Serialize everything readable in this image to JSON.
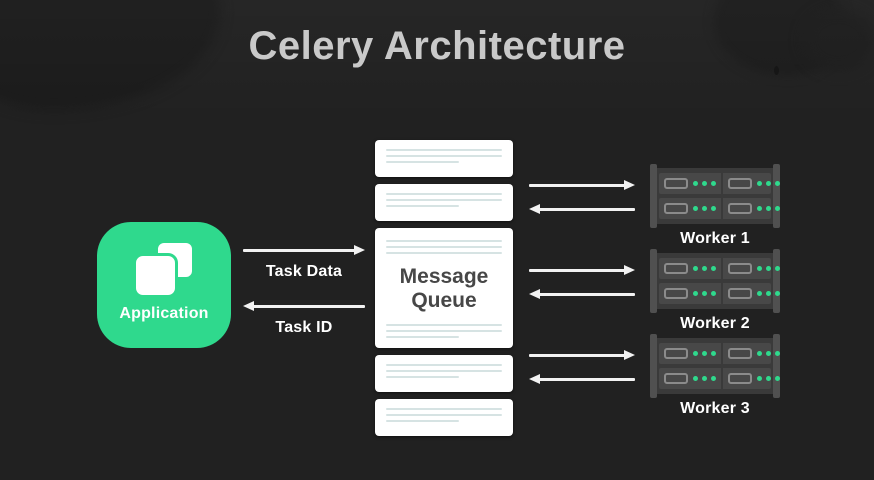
{
  "page": {
    "title": "Celery Architecture",
    "background_color": "#212121",
    "accent_color": "#2fd98d"
  },
  "application": {
    "label": "Application",
    "icon": "stacked-squares-icon",
    "color": "#2fd98d"
  },
  "app_queue_flow": {
    "outbound_label": "Task Data",
    "inbound_label": "Task ID"
  },
  "queue": {
    "title_line_1": "Message",
    "title_line_2": "Queue",
    "cards_above": 2,
    "cards_below": 2,
    "text_color": "#474747",
    "line_color": "#d6e3e3"
  },
  "workers": [
    {
      "label": "Worker 1",
      "units": 4,
      "status_dots_per_unit": 3,
      "status_color": "#2fd98d"
    },
    {
      "label": "Worker 2",
      "units": 4,
      "status_dots_per_unit": 3,
      "status_color": "#2fd98d"
    },
    {
      "label": "Worker 3",
      "units": 4,
      "status_dots_per_unit": 3,
      "status_color": "#2fd98d"
    }
  ]
}
